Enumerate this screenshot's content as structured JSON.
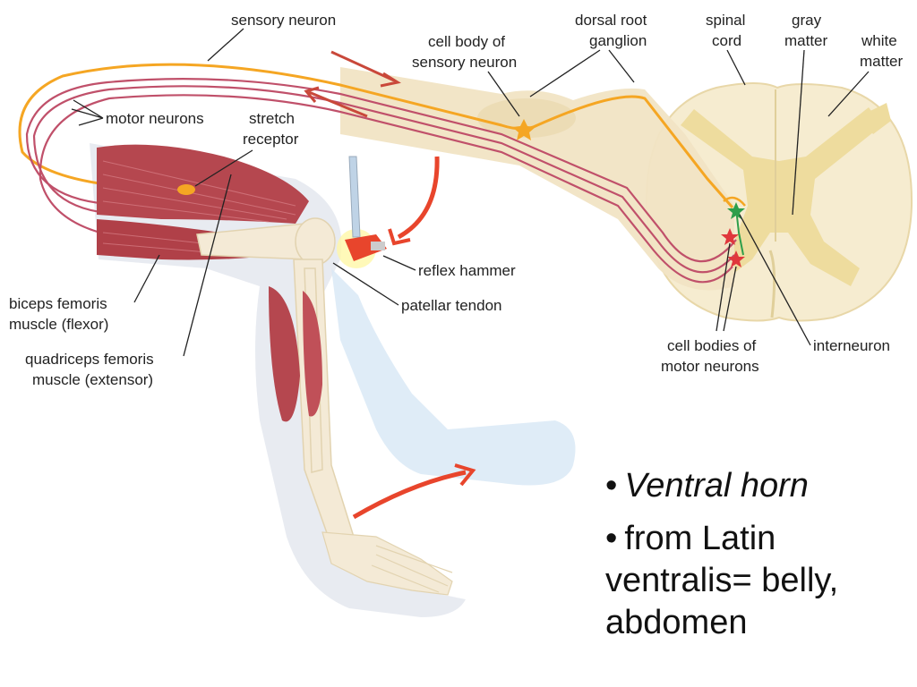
{
  "labels": {
    "sensory_neuron": "sensory neuron",
    "motor_neurons": "motor neurons",
    "stretch_receptor_1": "stretch",
    "stretch_receptor_2": "receptor",
    "cell_body_1": "cell body of",
    "cell_body_2": "sensory neuron",
    "drg_1": "dorsal root",
    "drg_2": "ganglion",
    "spinal_cord_1": "spinal",
    "spinal_cord_2": "cord",
    "gray_matter_1": "gray",
    "gray_matter_2": "matter",
    "white_matter_1": "white",
    "white_matter_2": "matter",
    "reflex_hammer": "reflex hammer",
    "patellar_tendon": "patellar tendon",
    "biceps_1": "biceps femoris",
    "biceps_2": "muscle (flexor)",
    "quad_1": "quadriceps femoris",
    "quad_2": "muscle (extensor)",
    "motor_cell_bodies_1": "cell bodies of",
    "motor_cell_bodies_2": "motor neurons",
    "interneuron": "interneuron"
  },
  "bullets": [
    {
      "dot": "•",
      "text": "Ventral  horn"
    },
    {
      "dot": "•",
      "text": "from Latin ventralis= belly, abdomen"
    }
  ],
  "colors": {
    "sensory": "#f5a623",
    "motor": "#c0506a",
    "arrow": "#e8452c",
    "nerve_sheath": "#f1e4c4",
    "cord_white": "#f6ecd0",
    "cord_gray": "#eedc9e",
    "muscle": "#b5474f",
    "bone": "#f4ead6",
    "skin": "#d9e9f6"
  }
}
